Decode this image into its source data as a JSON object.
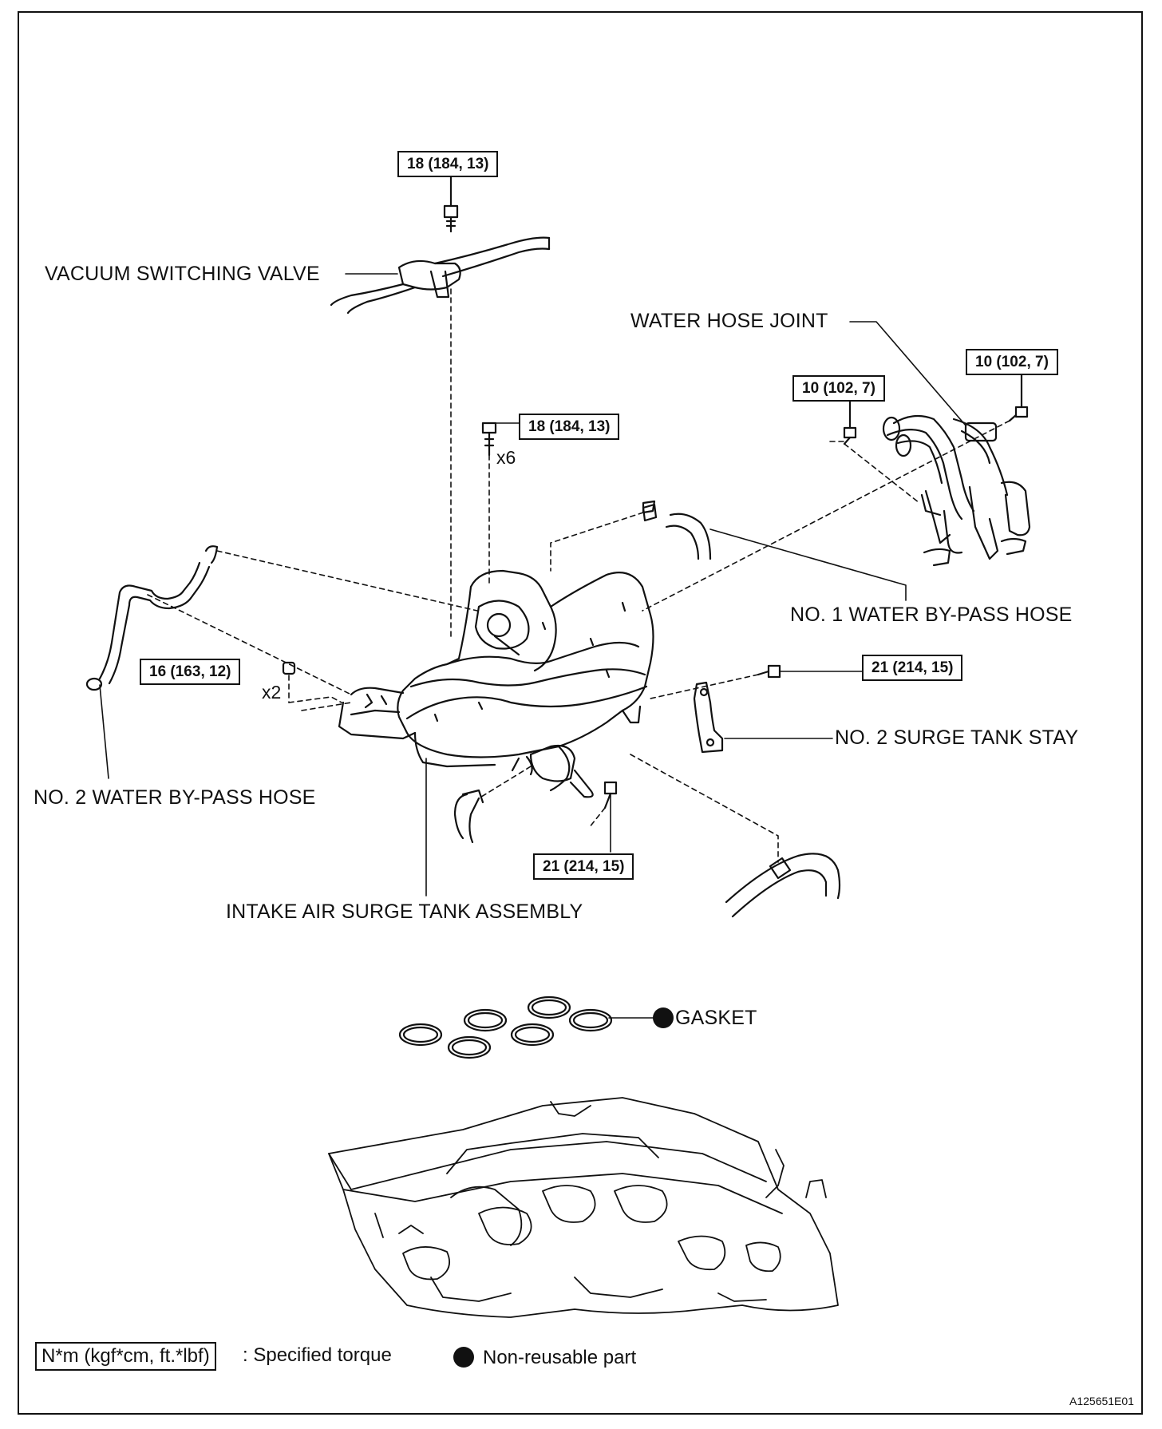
{
  "labels": {
    "vacuum_switching_valve": "VACUUM SWITCHING VALVE",
    "water_hose_joint": "WATER HOSE JOINT",
    "no1_water_bypass_hose": "NO. 1 WATER BY-PASS HOSE",
    "no2_water_bypass_hose": "NO. 2 WATER BY-PASS HOSE",
    "no2_surge_tank_stay": "NO. 2 SURGE TANK STAY",
    "intake_air_surge_tank_assembly": "INTAKE AIR SURGE TANK ASSEMBLY",
    "gasket": "GASKET"
  },
  "torques": {
    "vsv_bolt": "18 (184, 13)",
    "surge_tank_bolts": "18 (184, 13)",
    "hose_joint_left": "10 (102, 7)",
    "hose_joint_right": "10 (102, 7)",
    "nuts": "16 (163, 12)",
    "stay_bolt": "21 (214, 15)",
    "lower_bolt": "21 (214, 15)"
  },
  "multipliers": {
    "bolts": "x6",
    "nuts": "x2"
  },
  "legend": {
    "torque_key": "N*m (kgf*cm, ft.*lbf)",
    "torque_text": ": Specified torque",
    "nonreusable_text": "Non-reusable part"
  },
  "figure_code": "A125651E01"
}
